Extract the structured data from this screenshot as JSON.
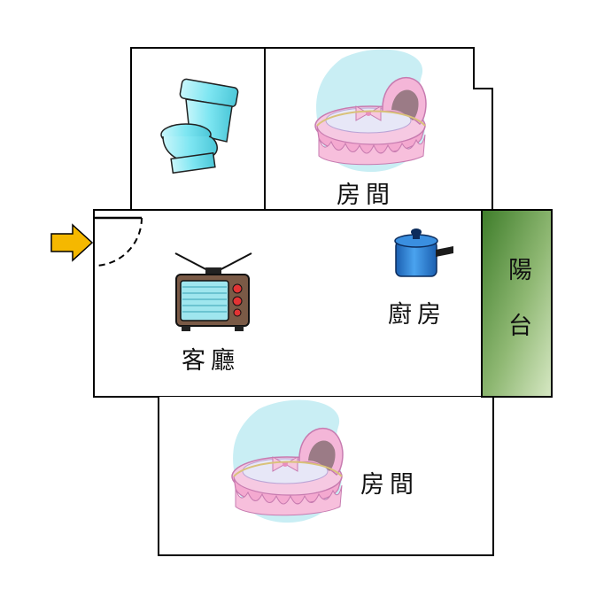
{
  "rooms": {
    "bedroom_top": {
      "label": "房間"
    },
    "bedroom_bottom": {
      "label": "房間"
    },
    "living_room": {
      "label": "客廳"
    },
    "kitchen": {
      "label": "廚房"
    },
    "balcony": {
      "label": "陽台"
    },
    "bathroom": {
      "label": ""
    }
  },
  "icons": {
    "entrance": "entrance-arrow-icon",
    "toilet": "toilet-icon",
    "tv": "tv-icon",
    "pot": "cooking-pot-icon",
    "crib": "crib-icon"
  },
  "colors": {
    "wall": "#000000",
    "entrance_arrow": "#f5b800",
    "balcony_dark": "#3e7d2a",
    "balcony_light": "#d7e8c4",
    "toilet": "#7ee6f2",
    "pot": "#2f7fd4",
    "crib_pink": "#f4b6d8",
    "crib_shadow": "#c9eef4"
  }
}
